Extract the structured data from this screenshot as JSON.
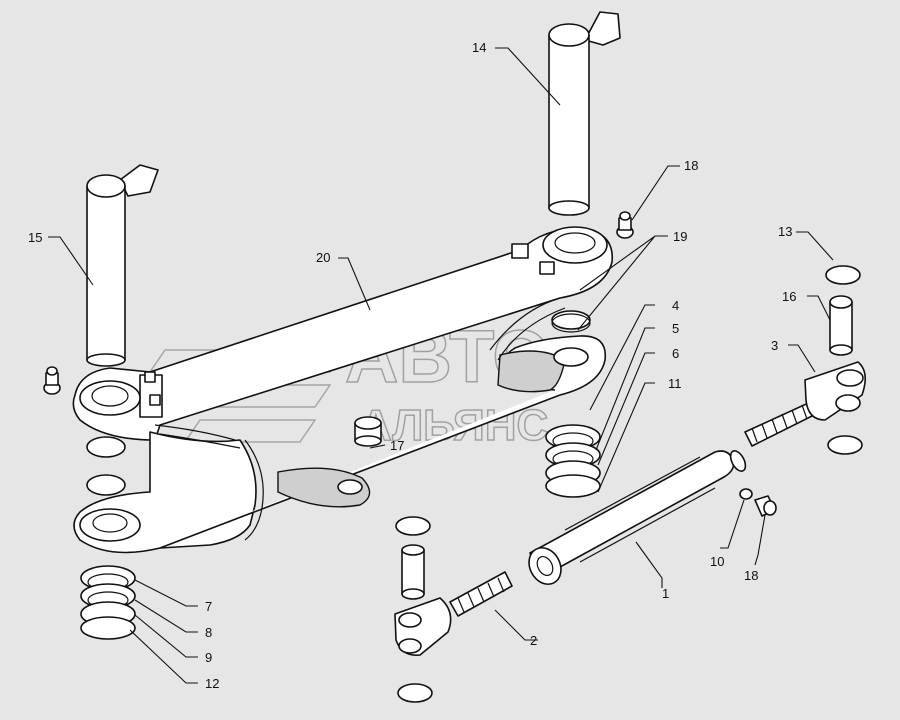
{
  "diagram": {
    "watermark": {
      "line1": "АВТО",
      "line2": "АЛЬЯНС"
    },
    "labels": [
      {
        "id": "l1",
        "text": "1"
      },
      {
        "id": "l2",
        "text": "2"
      },
      {
        "id": "l3",
        "text": "3"
      },
      {
        "id": "l4",
        "text": "4"
      },
      {
        "id": "l5",
        "text": "5"
      },
      {
        "id": "l6",
        "text": "6"
      },
      {
        "id": "l7",
        "text": "7"
      },
      {
        "id": "l8",
        "text": "8"
      },
      {
        "id": "l9",
        "text": "9"
      },
      {
        "id": "l10",
        "text": "10"
      },
      {
        "id": "l11",
        "text": "11"
      },
      {
        "id": "l12",
        "text": "12"
      },
      {
        "id": "l13",
        "text": "13"
      },
      {
        "id": "l14",
        "text": "14"
      },
      {
        "id": "l15",
        "text": "15"
      },
      {
        "id": "l16",
        "text": "16"
      },
      {
        "id": "l17",
        "text": "17"
      },
      {
        "id": "l18a",
        "text": "18"
      },
      {
        "id": "l18b",
        "text": "18"
      },
      {
        "id": "l19",
        "text": "19"
      },
      {
        "id": "l20",
        "text": "20"
      }
    ]
  }
}
